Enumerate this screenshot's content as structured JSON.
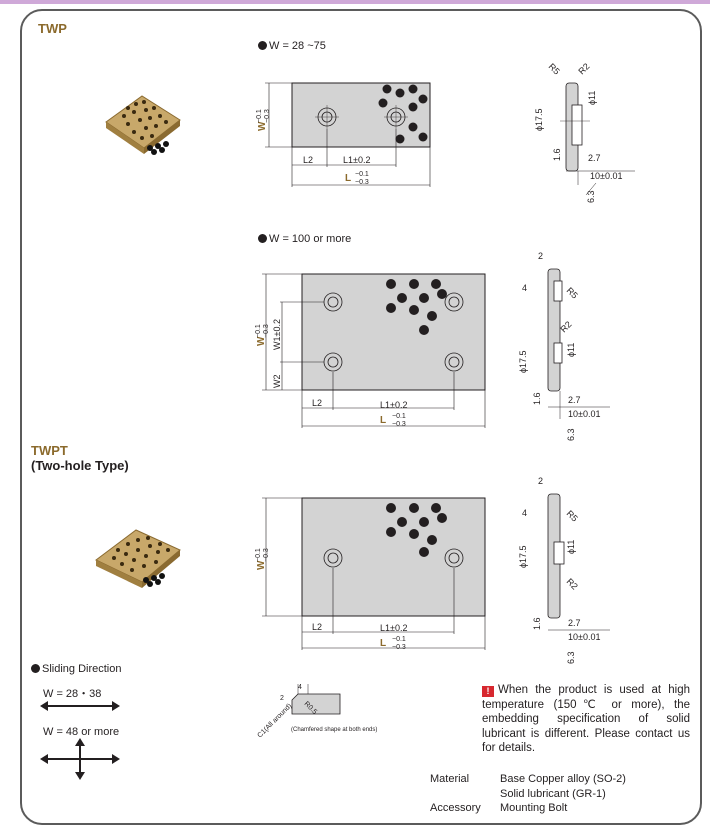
{
  "twp": {
    "code": "TWP"
  },
  "twpt": {
    "code": "TWPT",
    "subtitle": "(Two-hole Type)"
  },
  "sections": {
    "w_small": "W = 28 ~75",
    "w_large": "W = 100 or more"
  },
  "dims": {
    "w_tol": "W",
    "tol_upper": "−0.1",
    "tol_lower": "−0.3",
    "l2": "L2",
    "l1": "L1±0.2",
    "l": "L",
    "w1": "W1±0.2",
    "w2": "W2",
    "r5": "R5",
    "r2": "R2",
    "phi11": "ϕ11",
    "phi175": "ϕ17.5",
    "d27": "2.7",
    "d10": "10±0.01",
    "d16": "1.6",
    "d63": "6.3",
    "d2": "2",
    "d4": "4",
    "c1": "C1(All around)",
    "r05": "R0.5"
  },
  "chamfer_note": "(Chamfered shape at both ends)",
  "sliding": {
    "title": "Sliding Direction",
    "opt1": "W = 28・38",
    "opt2": "W = 48 or more"
  },
  "warning": {
    "icon": "!",
    "text": "When the product is used at high temperature (150℃ or more), the embedding specification of solid lubricant is different. Please contact us for details."
  },
  "spec": {
    "material_label": "Material",
    "material_1": "Base Copper alloy (SO-2)",
    "material_2": "Solid lubricant (GR-1)",
    "accessory_label": "Accessory",
    "accessory": "Mounting Bolt"
  },
  "colors": {
    "accent_gold": "#8b6a2c",
    "plate_gray": "#d3d3d3",
    "frame_border": "#5b5b5b",
    "warning_red": "#d7282f",
    "top_band": "#cfa9d8"
  }
}
